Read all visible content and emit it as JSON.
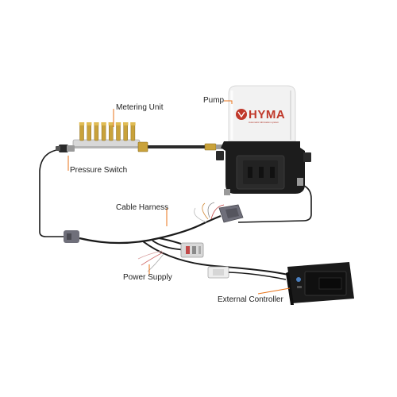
{
  "labels": {
    "metering_unit": "Metering Unit",
    "pump": "Pump",
    "pressure_switch": "Pressure Switch",
    "cable_harness": "Cable Harness",
    "power_supply": "Power Supply",
    "external_controller": "External Controller"
  },
  "brand": {
    "name": "HYMA",
    "tagline": "Automatic lubrication system"
  },
  "colors": {
    "callout_line": "#e8731a",
    "cable": "#1a1a1a",
    "brass": "#c9a23a",
    "pump_body": "#1c1c1c",
    "reservoir": "#f2f2f2",
    "brand_red": "#c0392b"
  }
}
